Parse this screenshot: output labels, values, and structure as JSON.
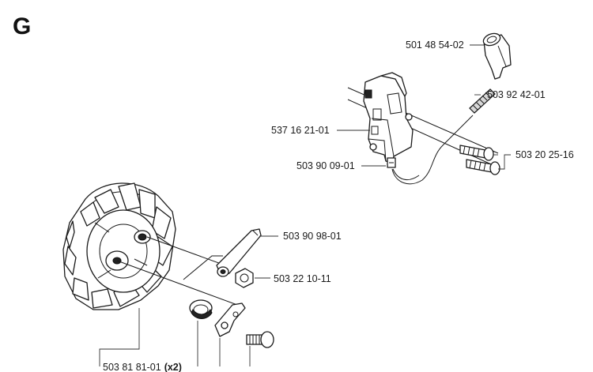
{
  "section_letter": "G",
  "parts": [
    {
      "id": "cap",
      "number": "501 48 54-02",
      "qty": ""
    },
    {
      "id": "spring",
      "number": "503 92 42-01",
      "qty": ""
    },
    {
      "id": "ignition-module",
      "number": "537 16 21-01",
      "qty": ""
    },
    {
      "id": "screw-pair",
      "number": "503 20 25-16",
      "qty": ""
    },
    {
      "id": "wire-terminal",
      "number": "503 90 09-01",
      "qty": ""
    },
    {
      "id": "pawl-arm",
      "number": "503 90 98-01",
      "qty": ""
    },
    {
      "id": "nut",
      "number": "503 22 10-11",
      "qty": ""
    },
    {
      "id": "flywheel-spring",
      "number": "503 81 81-01",
      "qty": "(x2)"
    }
  ]
}
